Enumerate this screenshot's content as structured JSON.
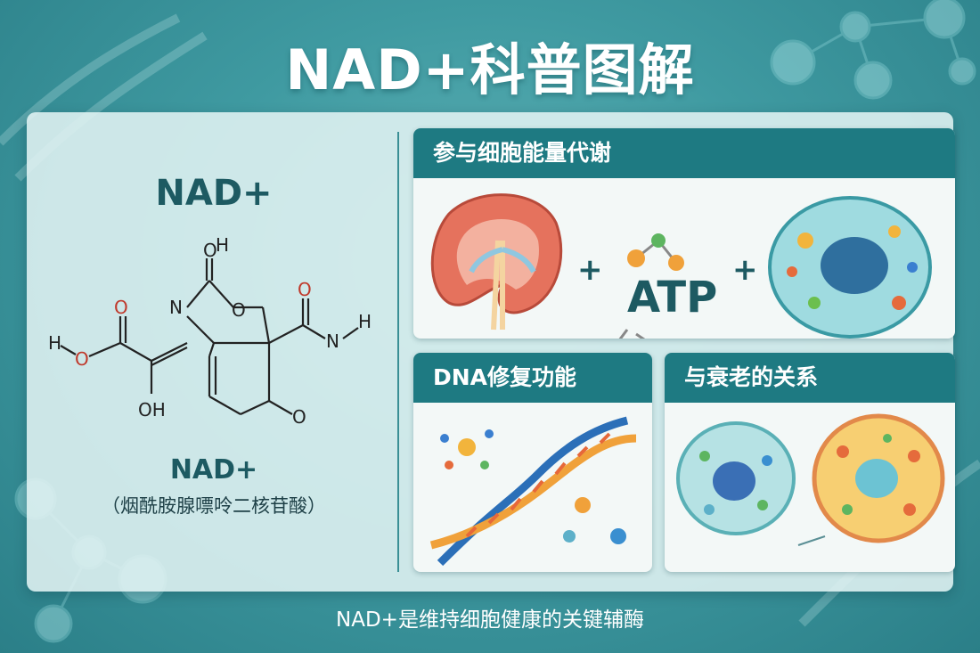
{
  "title": "NAD+科普图解",
  "left": {
    "heading": "NAD+",
    "name": "NAD+",
    "full_name": "（烟酰胺腺嘌呤二核苷酸）",
    "structure_labels": {
      "o_top": "O",
      "h_top": "H",
      "n_ring": "N",
      "o_ring": "O",
      "o_left": "O",
      "h_left": "H",
      "o_acid": "O",
      "oh": "OH",
      "o_amide": "O",
      "n_amide": "N",
      "h_amide": "H",
      "o_bottom": "O"
    }
  },
  "cards": {
    "energy": {
      "title": "参与细胞能量代谢",
      "plus1": "+",
      "atp": "ATP",
      "plus2": "+"
    },
    "dna": {
      "title": "DNA修复功能"
    },
    "aging": {
      "title": "与衰老的关系"
    }
  },
  "footer": "NAD+是维持细胞健康的关键辅酶",
  "colors": {
    "teal_header": "#1e7a82",
    "dark_teal_text": "#1d5a62",
    "oxygen_red": "#c0392b"
  }
}
